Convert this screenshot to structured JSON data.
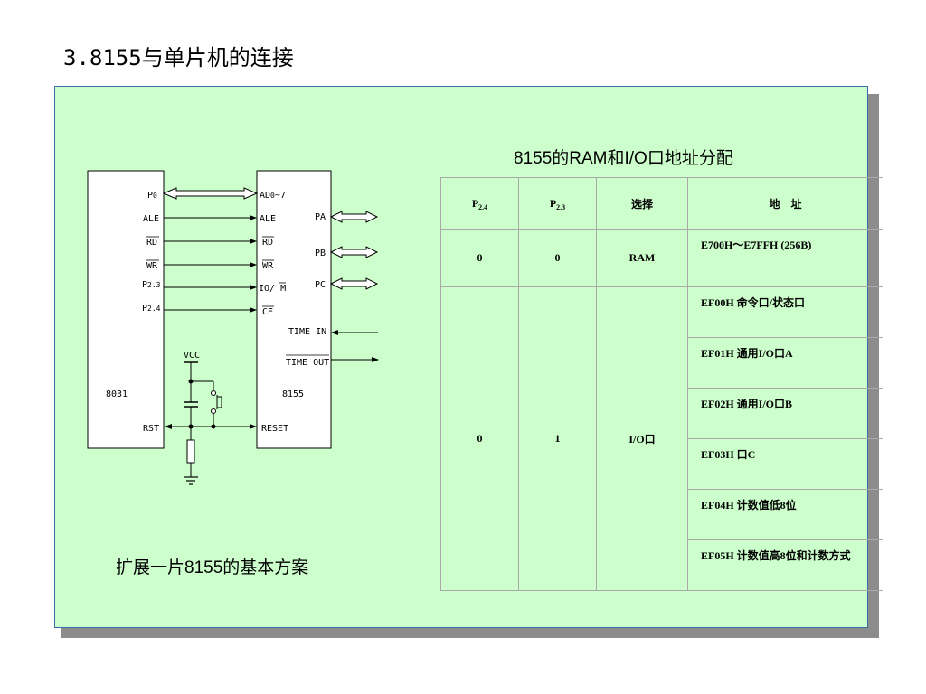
{
  "slide": {
    "title": "3.8155与单片机的连接",
    "table_title": "8155的RAM和I/O口地址分配",
    "caption": "扩展一片8155的基本方案"
  },
  "table": {
    "headers": [
      {
        "base": "P",
        "sub": "2.4"
      },
      {
        "base": "P",
        "sub": "2.3"
      },
      {
        "label": "选择"
      },
      {
        "label": "地　址"
      }
    ],
    "row_ram": {
      "p24": "0",
      "p23": "0",
      "select": "RAM",
      "address": "E700H～E7FFH (256B)"
    },
    "io_group": {
      "p24": "0",
      "p23": "1",
      "select": "I/O口",
      "addresses": [
        "EF00H 命令口/状态口",
        "EF01H 通用I/O口A",
        "EF02H 通用I/O口B",
        "EF03H 口C",
        "EF04H 计数值低8位",
        "EF05H 计数值高8位和计数方式"
      ]
    }
  },
  "circuit": {
    "chip_left": {
      "name": "8031",
      "pins": [
        "P0",
        "ALE",
        "RD",
        "WR",
        "P2.3",
        "P2.4",
        "RST"
      ]
    },
    "chip_right": {
      "name": "8155",
      "pins": [
        "AD0~7",
        "ALE",
        "RD",
        "WR",
        "IO/M",
        "CE",
        "RESET",
        "TIME IN",
        "TIME OUT",
        "PA",
        "PB",
        "PC"
      ]
    },
    "vcc_label": "VCC"
  }
}
